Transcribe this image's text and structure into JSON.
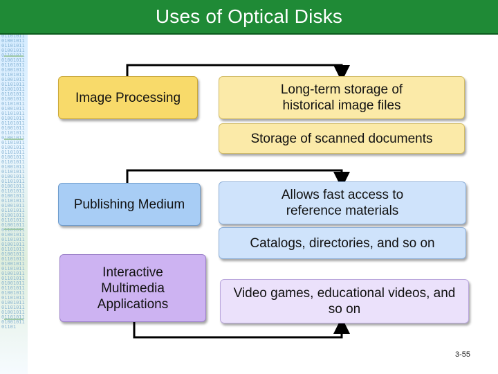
{
  "title": "Uses of Optical Disks",
  "rows": [
    {
      "category": "Image Processing",
      "uses": [
        "Long-term storage of historical image files",
        "Storage of scanned documents"
      ]
    },
    {
      "category": "Publishing Medium",
      "uses": [
        "Allows fast access to reference materials",
        "Catalogs, directories, and so on"
      ]
    },
    {
      "category": "Interactive Multimedia Applications",
      "uses": [
        "Video games, educational videos, and so on"
      ]
    }
  ],
  "page_number": "3-55",
  "colors": {
    "title_bar": "#1f8a36",
    "image_processing": "#f8da6a",
    "publishing_medium": "#a8cdf5",
    "interactive_multimedia": "#cdb3f2"
  }
}
